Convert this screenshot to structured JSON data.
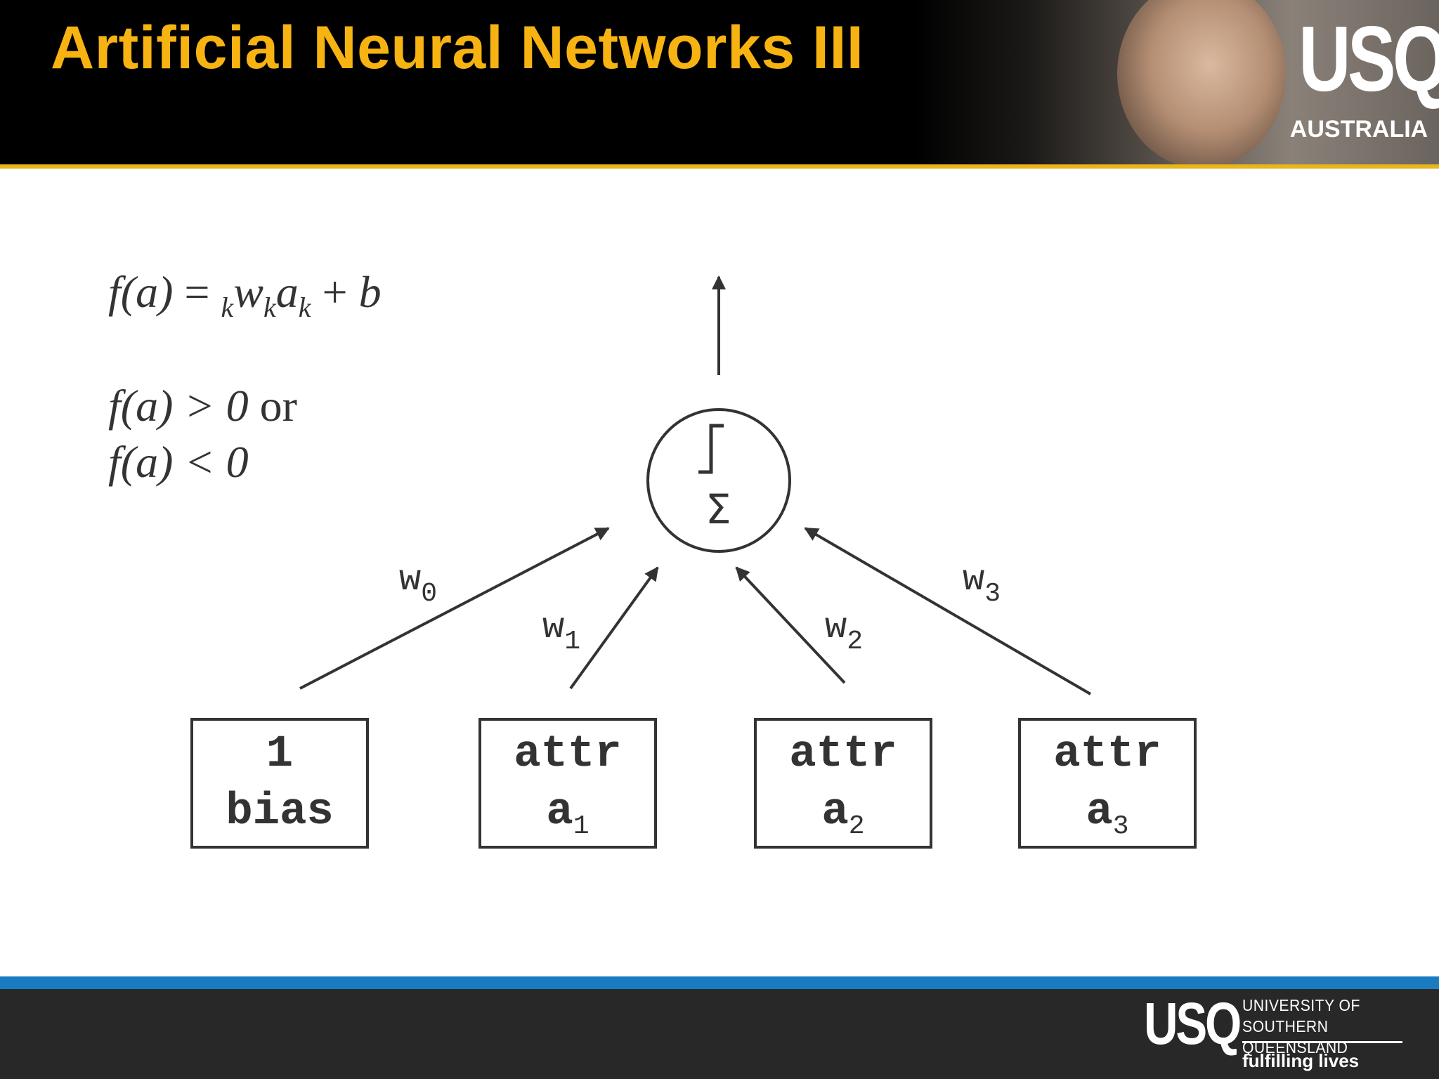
{
  "header": {
    "title": "Artificial Neural Networks III",
    "logo_mark": "USQ",
    "logo_country": "AUSTRALIA",
    "title_color": "#f6b312",
    "rule_color": "#e8b51a"
  },
  "formulas": {
    "activation": {
      "lhs": "f(a)",
      "equals": "=",
      "sum_index": "k",
      "w": "w",
      "w_sub": "k",
      "a": "a",
      "a_sub": "k",
      "plus": "+",
      "b": "b"
    },
    "cond1": {
      "expr": "f(a) > 0",
      "connector": "or"
    },
    "cond2": {
      "expr": "f(a) < 0"
    }
  },
  "diagram": {
    "neuron": {
      "step_icon": "step-function-icon",
      "sum_symbol": "Σ"
    },
    "inputs": [
      {
        "line1": "1",
        "line2": "bias",
        "sub": ""
      },
      {
        "line1": "attr",
        "line2": "a",
        "sub": "1"
      },
      {
        "line1": "attr",
        "line2": "a",
        "sub": "2"
      },
      {
        "line1": "attr",
        "line2": "a",
        "sub": "3"
      }
    ],
    "weights": [
      {
        "base": "w",
        "sub": "0"
      },
      {
        "base": "w",
        "sub": "1"
      },
      {
        "base": "w",
        "sub": "2"
      },
      {
        "base": "w",
        "sub": "3"
      }
    ]
  },
  "footer": {
    "logo_mark": "USQ",
    "university_line1": "UNIVERSITY OF",
    "university_line2": "SOUTHERN QUEENSLAND",
    "tagline": "fulfilling lives",
    "accent_color": "#1a7cc0"
  }
}
